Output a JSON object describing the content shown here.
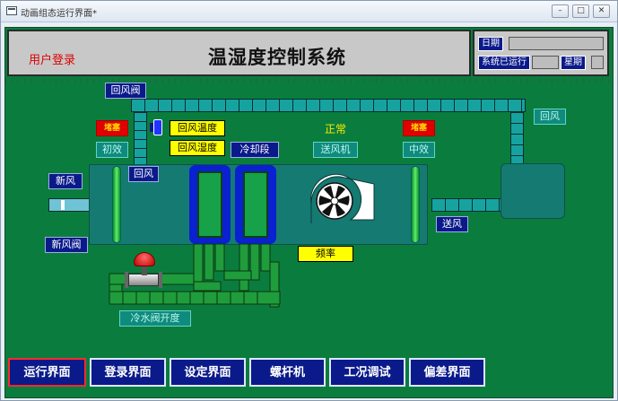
{
  "window": {
    "title": "动画组态运行界面*",
    "btn_min": "–",
    "btn_max": "□",
    "btn_close": "✕"
  },
  "header": {
    "login": "用户登录",
    "title": "温湿度控制系统"
  },
  "info": {
    "date_label": "日期",
    "runtime_label": "系统已运行",
    "weekday_label": "星期"
  },
  "labels": {
    "return_air_valve": "回风阀",
    "return_air_right": "回风",
    "return_temp": "回风温度",
    "return_humidity": "回风湿度",
    "cooling_section": "冷却段",
    "status_normal": "正常",
    "supply_fan": "送风机",
    "blocked_left": "堵塞",
    "blocked_right": "堵塞",
    "primary_filter": "初效",
    "medium_filter": "中效",
    "return_air_inner": "回风",
    "fresh_air": "新风",
    "fresh_air_valve": "新风阀",
    "supply_air": "送风",
    "frequency": "频率",
    "chilled_valve_opening": "冷水阀开度"
  },
  "nav": [
    {
      "label": "运行界面",
      "active": true
    },
    {
      "label": "登录界面"
    },
    {
      "label": "设定界面"
    },
    {
      "label": "螺杆机"
    },
    {
      "label": "工况调试"
    },
    {
      "label": "偏差界面"
    }
  ],
  "colors": {
    "background": "#0a7d3e",
    "label_navy": "#0b1a8a",
    "highlight_yellow": "#ffff00",
    "alarm_red": "#e10000",
    "duct": "#16a3a0"
  }
}
